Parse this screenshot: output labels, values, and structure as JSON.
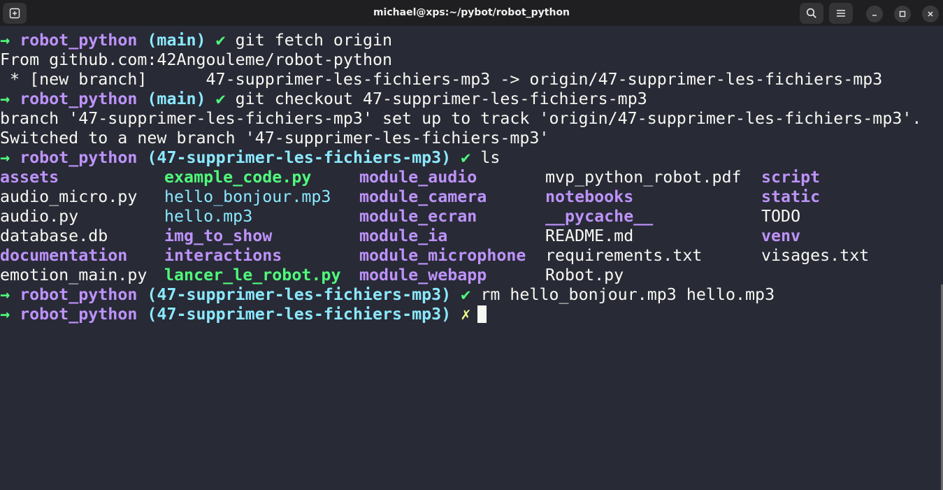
{
  "window": {
    "title": "michael@xps:~/pybot/robot_python"
  },
  "icons": {
    "new_tab": "new-tab-icon",
    "search": "search-icon",
    "menu": "hamburger-menu-icon",
    "minimize": "minimize-icon",
    "maximize": "maximize-icon",
    "close": "close-icon"
  },
  "prompt": {
    "arrow": "→",
    "dir": "robot_python",
    "ok_mark": "✔",
    "dirty_mark": "✗"
  },
  "session": [
    {
      "branch": "(main)",
      "command": "git fetch origin"
    },
    {
      "output": "From github.com:42Angouleme/robot-python"
    },
    {
      "output": " * [new branch]      47-supprimer-les-fichiers-mp3 -> origin/47-supprimer-les-fichiers-mp3"
    },
    {
      "branch": "(main)",
      "command": "git checkout 47-supprimer-les-fichiers-mp3"
    },
    {
      "output": "branch '47-supprimer-les-fichiers-mp3' set up to track 'origin/47-supprimer-les-fichiers-mp3'."
    },
    {
      "output": "Switched to a new branch '47-supprimer-les-fichiers-mp3'"
    },
    {
      "branch": "(47-supprimer-les-fichiers-mp3)",
      "command": "ls"
    },
    {
      "branch": "(47-supprimer-les-fichiers-mp3)",
      "command": "rm hello_bonjour.mp3 hello.mp3"
    },
    {
      "branch": "(47-supprimer-les-fichiers-mp3)",
      "command": ""
    }
  ],
  "ls_columns": [
    [
      {
        "name": "assets",
        "kind": "dir"
      },
      {
        "name": "audio_micro.py",
        "kind": "file"
      },
      {
        "name": "audio.py",
        "kind": "file"
      },
      {
        "name": "database.db",
        "kind": "file"
      },
      {
        "name": "documentation",
        "kind": "dir"
      },
      {
        "name": "emotion_main.py",
        "kind": "file"
      }
    ],
    [
      {
        "name": "example_code.py",
        "kind": "exec"
      },
      {
        "name": "hello_bonjour.mp3",
        "kind": "media"
      },
      {
        "name": "hello.mp3",
        "kind": "media"
      },
      {
        "name": "img_to_show",
        "kind": "dir"
      },
      {
        "name": "interactions",
        "kind": "dir"
      },
      {
        "name": "lancer_le_robot.py",
        "kind": "exec"
      }
    ],
    [
      {
        "name": "module_audio",
        "kind": "dir"
      },
      {
        "name": "module_camera",
        "kind": "dir"
      },
      {
        "name": "module_ecran",
        "kind": "dir"
      },
      {
        "name": "module_ia",
        "kind": "dir"
      },
      {
        "name": "module_microphone",
        "kind": "dir"
      },
      {
        "name": "module_webapp",
        "kind": "dir"
      }
    ],
    [
      {
        "name": "mvp_python_robot.pdf",
        "kind": "file"
      },
      {
        "name": "notebooks",
        "kind": "dir"
      },
      {
        "name": "__pycache__",
        "kind": "dir"
      },
      {
        "name": "README.md",
        "kind": "file"
      },
      {
        "name": "requirements.txt",
        "kind": "file"
      },
      {
        "name": "Robot.py",
        "kind": "file"
      }
    ],
    [
      {
        "name": "script",
        "kind": "dir"
      },
      {
        "name": "static",
        "kind": "dir"
      },
      {
        "name": "TODO",
        "kind": "file"
      },
      {
        "name": "venv",
        "kind": "dir"
      },
      {
        "name": "visages.txt",
        "kind": "file"
      },
      {
        "name": "",
        "kind": "file"
      }
    ]
  ],
  "colors": {
    "background": "#282a36",
    "foreground": "#f8f8f2",
    "green": "#50fa7b",
    "purple": "#bd93f9",
    "cyan": "#8be9fd",
    "yellow": "#f1fa8c",
    "titlebar": "#1f1f21"
  }
}
